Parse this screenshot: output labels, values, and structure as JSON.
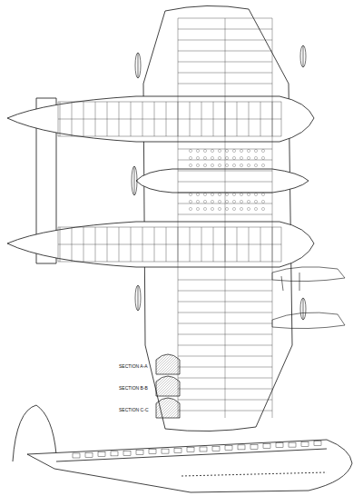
{
  "diagram": {
    "labels": [
      "SECTION A-A",
      "SECTION B-B",
      "SECTION C-C"
    ]
  }
}
